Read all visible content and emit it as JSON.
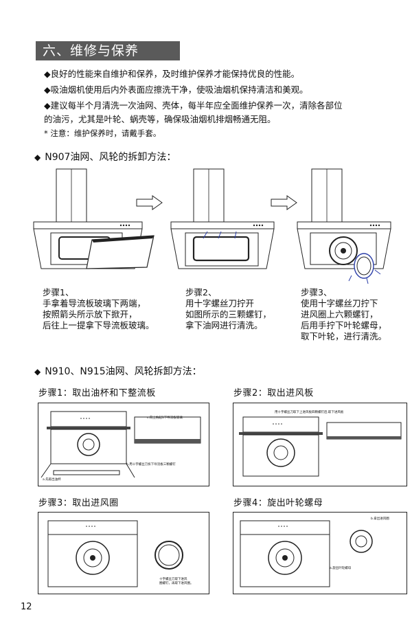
{
  "title": "六、维修与保养",
  "intro": {
    "line1": "◆良好的性能来自维护和保养，及时维护保养才能保持优良的性能。",
    "line2": "◆吸油烟机使用后内外表面应擦洗干净，使吸油烟机保持清洁和美观。",
    "line3": "◆建议每半个月清洗一次油网、壳体，每半年应全面维护保养一次，清除各部位",
    "line4": "的油污，尤其是叶轮、蜗壳等，确保吸油烟机排烟畅通无阻。",
    "note": "* 注意：维护保养时，请戴手套。"
  },
  "n907": {
    "heading": "N907油网、风轮的拆卸方法：",
    "step1": [
      "步骤1、",
      "手拿着导流板玻璃下两端，",
      "按照箭头所示放下掀开，",
      "后往上一提拿下导流板玻璃。"
    ],
    "step2": [
      "步骤2、",
      "用十字螺丝刀拧开",
      "如图所示的三颗螺钉，",
      "拿下油网进行清洗。"
    ],
    "step3": [
      "步骤3、",
      "使用十字螺丝刀拧下",
      "进风圈上六颗螺钉，",
      "后用手拧下叶轮螺母，",
      "取下叶轮，进行清洗。"
    ]
  },
  "n910": {
    "heading": "N910、N915油网、风轮拆卸方法：",
    "step1_label": "步骤1：取出油杯和下整流板",
    "step2_label": "步骤2：取出进风板",
    "step3_label": "步骤3：取出进风圈",
    "step4_label": "步骤4：旋出叶轮螺母",
    "fig1_callout_a": "c.向上抬起1下导流板玻璃",
    "fig1_callout_b": "b.用十字螺丝刀拆下导流板三颗螺钉",
    "fig1_callout_c": "a.先取出油杯",
    "fig2_callout": "用十字螺丝刀取下上进风板四颗螺钉后,取下进风板",
    "fig3_callout_1": "十字螺丝刀取下进风",
    "fig3_callout_2": "圈螺钉，再取下进风圈。",
    "fig4_callout_a": "b.拿出进风圈",
    "fig4_callout_b": "a.旋出叶轮螺母"
  },
  "page_number": "12"
}
